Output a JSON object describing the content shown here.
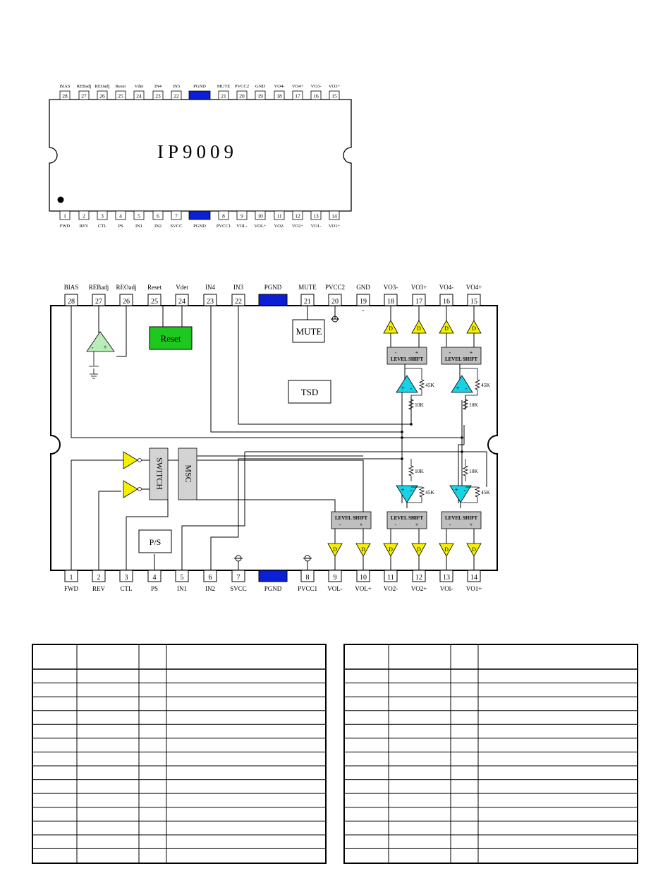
{
  "package": {
    "chip_name": "IP9009",
    "top_pins": [
      {
        "num": "28",
        "label": "BIAS"
      },
      {
        "num": "27",
        "label": "REBadj"
      },
      {
        "num": "26",
        "label": "REOadj"
      },
      {
        "num": "25",
        "label": "Reset"
      },
      {
        "num": "24",
        "label": "Vdet"
      },
      {
        "num": "23",
        "label": "IN4"
      },
      {
        "num": "22",
        "label": "IN3"
      },
      {
        "num": "",
        "label": "PGND",
        "fill": "#0a1fd6"
      },
      {
        "num": "21",
        "label": "MUTE"
      },
      {
        "num": "20",
        "label": "PVCC2"
      },
      {
        "num": "19",
        "label": "GND"
      },
      {
        "num": "18",
        "label": "VO4-"
      },
      {
        "num": "17",
        "label": "VO4+"
      },
      {
        "num": "16",
        "label": "VO3-"
      },
      {
        "num": "15",
        "label": "VO3+"
      }
    ],
    "bottom_pins": [
      {
        "num": "1",
        "label": "FWD"
      },
      {
        "num": "2",
        "label": "REV"
      },
      {
        "num": "3",
        "label": "CTL"
      },
      {
        "num": "4",
        "label": "PS"
      },
      {
        "num": "5",
        "label": "IN1"
      },
      {
        "num": "6",
        "label": "IN2"
      },
      {
        "num": "7",
        "label": "SVCC"
      },
      {
        "num": "",
        "label": "PGND",
        "fill": "#0a1fd6"
      },
      {
        "num": "8",
        "label": "PVCC1"
      },
      {
        "num": "9",
        "label": "VOL-"
      },
      {
        "num": "10",
        "label": "VOL+"
      },
      {
        "num": "11",
        "label": "VO2-"
      },
      {
        "num": "12",
        "label": "VO2+"
      },
      {
        "num": "13",
        "label": "VO1-"
      },
      {
        "num": "14",
        "label": "VO1+"
      }
    ]
  },
  "block": {
    "top_pins": [
      {
        "num": "28",
        "label": "BIAS"
      },
      {
        "num": "27",
        "label": "REBadj"
      },
      {
        "num": "26",
        "label": "REOadj"
      },
      {
        "num": "25",
        "label": "Reset"
      },
      {
        "num": "24",
        "label": "Vdet"
      },
      {
        "num": "23",
        "label": "IN4"
      },
      {
        "num": "22",
        "label": "IN3"
      },
      {
        "num": "",
        "label": "PGND",
        "fill": "#0a1fd6"
      },
      {
        "num": "21",
        "label": "MUTE"
      },
      {
        "num": "20",
        "label": "PVCC2"
      },
      {
        "num": "19",
        "label": "GND"
      },
      {
        "num": "18",
        "label": "VO3-"
      },
      {
        "num": "17",
        "label": "VO3+"
      },
      {
        "num": "16",
        "label": "VO4-"
      },
      {
        "num": "15",
        "label": "VO4+"
      }
    ],
    "bottom_pins": [
      {
        "num": "1",
        "label": "FWD"
      },
      {
        "num": "2",
        "label": "REV"
      },
      {
        "num": "3",
        "label": "CTL"
      },
      {
        "num": "4",
        "label": "PS"
      },
      {
        "num": "5",
        "label": "IN1"
      },
      {
        "num": "6",
        "label": "IN2"
      },
      {
        "num": "7",
        "label": "SVCC"
      },
      {
        "num": "",
        "label": "PGND",
        "fill": "#0a1fd6"
      },
      {
        "num": "8",
        "label": "PVCC1"
      },
      {
        "num": "9",
        "label": "VOL-"
      },
      {
        "num": "10",
        "label": "VOL+"
      },
      {
        "num": "11",
        "label": "VO2-"
      },
      {
        "num": "12",
        "label": "VO2+"
      },
      {
        "num": "13",
        "label": "VOl-"
      },
      {
        "num": "14",
        "label": "VO1+"
      }
    ],
    "labels": {
      "reset": "Reset",
      "mute": "MUTE",
      "tsd": "TSD",
      "switch": "SWITCH",
      "msc": "MSC",
      "ps": "P/S",
      "level_shift": "LEVEL SHIFT",
      "buffer": "D",
      "r_45k": "45K",
      "r_10k": "10K",
      "plus": "+",
      "minus": "-"
    },
    "colors": {
      "reset_fill": "#1ec81e",
      "opamp_cyan": "#18d2e6",
      "buffer_yellow": "#f5f000",
      "level_shift_gray": "#bfbfbf",
      "pgnd_blue": "#0a1fd6",
      "bias_amp_green": "#b8ecb8"
    }
  },
  "tables": {
    "row_count": 14,
    "column_count": 4
  }
}
